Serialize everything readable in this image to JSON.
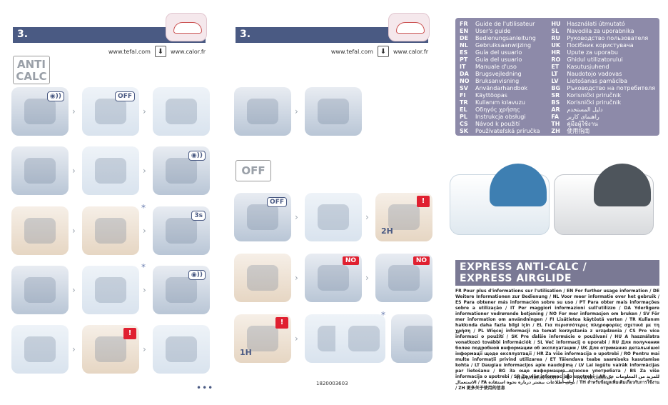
{
  "page1": {
    "section_num": "3.",
    "urls": [
      "www.tefal.com",
      "www.calor.fr"
    ],
    "badge": "ANTI CALC",
    "stickers": {
      "off": "OFF",
      "seconds": "3s"
    },
    "dots": "•••"
  },
  "page2": {
    "section_num": "3.",
    "urls": [
      "www.tefal.com",
      "www.calor.fr"
    ],
    "badge": "OFF",
    "stickers": {
      "off": "OFF",
      "two_hours": "2H",
      "one_hour": "1H",
      "no": "NO"
    },
    "doc_code": "1820003603"
  },
  "page3": {
    "languages_left": [
      [
        "FR",
        "Guide de l'utilisateur"
      ],
      [
        "EN",
        "User's guide"
      ],
      [
        "DE",
        "Bedienungsanleitung"
      ],
      [
        "NL",
        "Gebruiksaanwijzing"
      ],
      [
        "ES",
        "Guía del usuario"
      ],
      [
        "PT",
        "Guia del usuario"
      ],
      [
        "IT",
        "Manuale d'uso"
      ],
      [
        "DA",
        "Brugsvejledning"
      ],
      [
        "NO",
        "Bruksanvisning"
      ],
      [
        "SV",
        "Användarhandbok"
      ],
      [
        "FI",
        "Käyttöopas"
      ],
      [
        "TR",
        "Kullanım kılavuzu"
      ],
      [
        "EL",
        "Οδηγός χρήσης"
      ],
      [
        "PL",
        "Instrukcja obsługi"
      ],
      [
        "CS",
        "Návod k použití"
      ],
      [
        "SK",
        "Používateľská príručka"
      ]
    ],
    "languages_right": [
      [
        "HU",
        "Használati útmutató"
      ],
      [
        "SL",
        "Navodila za uporabnika"
      ],
      [
        "RU",
        "Руководство пользователя"
      ],
      [
        "UK",
        "Посібник користувача"
      ],
      [
        "HR",
        "Upute za uporabu"
      ],
      [
        "RO",
        "Ghidul utilizatorului"
      ],
      [
        "ET",
        "Kasutusjuhend"
      ],
      [
        "LT",
        "Naudotojo vadovas"
      ],
      [
        "LV",
        "Lietošanas pamācība"
      ],
      [
        "BG",
        "Ръководство на потребителя"
      ],
      [
        "SR",
        "Korisnički priručnik"
      ],
      [
        "BS",
        "Korisnički priručnik"
      ],
      [
        "AR",
        "دليل المستخدم"
      ],
      [
        "FA",
        "راهنمای کاربر"
      ],
      [
        "TH",
        "คู่มือผู้ใช้งาน"
      ],
      [
        "ZH",
        "使用指南"
      ]
    ],
    "title_line1": "EXPRESS ANTI-CALC /",
    "title_line2": "EXPRESS AIRGLIDE",
    "info": "FR Pour plus d'informations sur l'utilisation / EN For further usage information / DE Weitere Informationen zur Bedienung / NL Voor meer informatie over het gebruik / ES Para obtener más información sobre su uso / PT Para obter mais informações sobre a utilização / IT Per maggiori informazioni sull'utilizzo / DA Yderligere informationer vedrørende betjening / NO For mer informasjon om bruken / SV För mer information om användningen / FI Lisätietoa käytöstä varten / TR Kullanım hakkında daha fazla bilgi için / EL Για περισσότερες πληροφορίες σχετικά με τη χρήση / PL Więcej informacji na temat korzystania z urządzenia / CS Pro více informací o použití / SK Pre ďalšie informácie o používaní / HU A használatra vonatkozó további információk / SL Več informacij o uporabi / RU Для получения более подробной информации об эксплуатации / UK Для отримання детальнішої інформації щодо експлуатації / HR Za više informacija o upotrebi / RO Pentru mai multe informații privind utilizarea / ET Täiendava teabe saamiseks kasutamise kohta / LT Daugiau informacijos apie naudojimą / LV Lai iegūtu vairāk informācijas par lietošanu / BG За още информация относно употребата / BS Za više informacija o upotrebi / SR Za više informacija o upotrebi / AR للمزيد من المعلومات عن الاستعمال / FA برای اطلاعات بیشتر درباره نحوه استفاده / TH สำหรับข้อมูลเพิ่มเติมเกี่ยวกับการใช้งาน / ZH 更多关于使用的信息",
    "urls": [
      "www.tefal.com",
      "www.calor.fr"
    ]
  }
}
